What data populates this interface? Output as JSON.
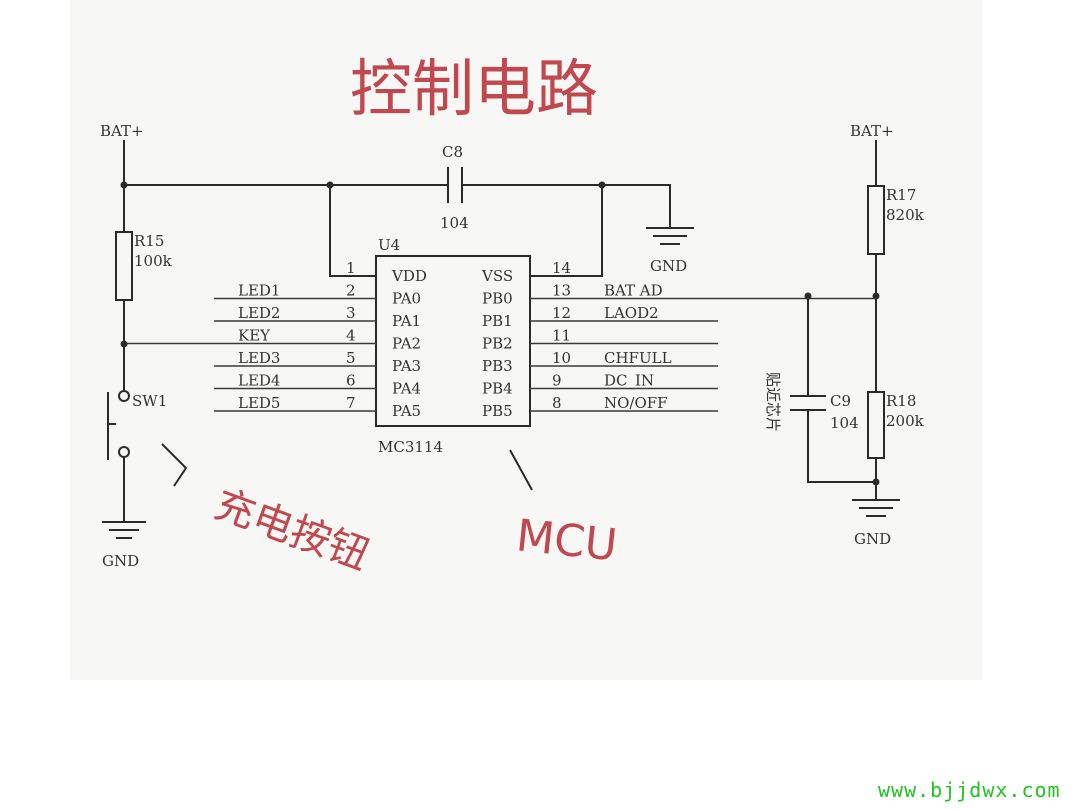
{
  "title": "控制电路",
  "annotations": {
    "charge_button": "充电按钮",
    "mcu": "MCU"
  },
  "power": {
    "bat_left": "BAT+",
    "bat_right": "BAT+",
    "gnd_center": "GND",
    "gnd_left": "GND",
    "gnd_right": "GND"
  },
  "components": {
    "r15": {
      "ref": "R15",
      "value": "100k"
    },
    "r17": {
      "ref": "R17",
      "value": "820k"
    },
    "r18": {
      "ref": "R18",
      "value": "200k"
    },
    "c8": {
      "ref": "C8",
      "value": "104"
    },
    "c9": {
      "ref": "C9",
      "value": "104"
    },
    "sw1": {
      "ref": "SW1"
    },
    "u4": {
      "ref": "U4",
      "part": "MC3114"
    },
    "c9_note": "贴近芯片"
  },
  "chip": {
    "left_pins": [
      {
        "num": "1",
        "name": "VDD",
        "net": ""
      },
      {
        "num": "2",
        "name": "PA0",
        "net": "LED1"
      },
      {
        "num": "3",
        "name": "PA1",
        "net": "LED2"
      },
      {
        "num": "4",
        "name": "PA2",
        "net": "KEY"
      },
      {
        "num": "5",
        "name": "PA3",
        "net": "LED3"
      },
      {
        "num": "6",
        "name": "PA4",
        "net": "LED4"
      },
      {
        "num": "7",
        "name": "PA5",
        "net": "LED5"
      }
    ],
    "right_pins": [
      {
        "num": "14",
        "name": "VSS",
        "net": ""
      },
      {
        "num": "13",
        "name": "PB0",
        "net": "BAT AD"
      },
      {
        "num": "12",
        "name": "PB1",
        "net": "LAOD2"
      },
      {
        "num": "11",
        "name": "PB2",
        "net": ""
      },
      {
        "num": "10",
        "name": "PB3",
        "net": "CHFULL"
      },
      {
        "num": "9",
        "name": "PB4",
        "net": "DC_IN"
      },
      {
        "num": "8",
        "name": "PB5",
        "net": "NO/OFF"
      }
    ]
  },
  "watermark": "www.bjjdwx.com"
}
